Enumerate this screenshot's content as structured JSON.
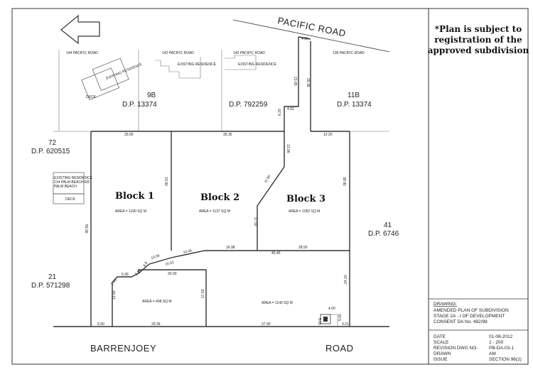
{
  "note": {
    "lines": [
      "*Plan is subject to",
      "registration of the",
      "approved subdivision"
    ]
  },
  "roads": {
    "pacific": "PACIFIC ROAD",
    "barrenjoey": "BARRENJOEY",
    "road": "ROAD"
  },
  "top_lots": {
    "lot144": "144 PACIFIC ROAD",
    "lot142": "142 PACIFIC ROAD",
    "lot140": "140 PACIFIC ROAD",
    "lot138": "138 PACIFIC ROAD"
  },
  "existing": {
    "residence_144": "EXISTING RESIDENCE",
    "deck_144": "DECK",
    "residence_142": "EXISTING RESIDENCE",
    "residence_140": "EXISTING RESIDENCE",
    "residence_72": "EXISTING RESIDENCE",
    "address_72": "214 PALM BEACH RD",
    "suburb_72": "PALM BEACH",
    "deck_72": "DECK"
  },
  "neighbours": {
    "n9b": "9B",
    "dp13374a": "D.P. 13374",
    "dp792259": "D.P. 792259",
    "n11b": "11B",
    "dp13374b": "D.P. 13374",
    "n72": "72",
    "dp620515": "D.P. 620515",
    "n41": "41",
    "dp6746": "D.P. 6746",
    "n21": "21",
    "dp571298": "D.P. 571298"
  },
  "blocks": {
    "b1": "Block 1",
    "b2": "Block 2",
    "b3": "Block 3"
  },
  "areas": {
    "a1": "AREA = 1190 SQ M",
    "a2": "AREA = 1137 SQ M",
    "a3": "AREA = 1052 SQ M",
    "a4": "AREA = 498 SQ M",
    "a5": "AREA = 1140 SQ M"
  },
  "dims": {
    "d_top_4": "4.05",
    "d_21_65": "21.65",
    "d_29_39": "29.39",
    "d_4_92": "4.92",
    "d_6_20": "6.20",
    "d_25_00": "25.00",
    "d_35_35": "35.35",
    "d_12_20": "12.20",
    "d_13_96": "13.96",
    "d_11_80": "11.80",
    "d_39_91": "39.91",
    "d_38_85": "38.85",
    "d_59_96": "59.96",
    "d_17_50": "17.50",
    "d_16_98": "16.98",
    "d_45_46": "45.46",
    "d_28_50": "28.50",
    "d_10_45": "10.45",
    "d_10_06": "10.06",
    "d_20_53": "20.53",
    "d_5_36": "5.36",
    "d_20_00": "20.00",
    "d_2_65": "2.65",
    "d_8_8": "8.8",
    "d_2_57": "2.57",
    "d_13_50": "13.50",
    "d_17_60": "17.60",
    "d_24_10": "24.10",
    "d_4_00": "4.00",
    "d_5_00a": "5.00",
    "d_5_00b": "5.00",
    "d_6_00": "6.00",
    "d_29_36": "29.36",
    "d_37_90": "37.90",
    "d_3_21": "3.21"
  },
  "title_block": {
    "drawing_label": "DRAWING:",
    "drawing_lines": [
      "AMENDED PLAN OF SUBDIVISION",
      "STAGE 2A - I OF DEVELOPMENT",
      "CONSENT DA No. 482/98"
    ],
    "rows": [
      {
        "label": "DATE",
        "value": "01-08-2012"
      },
      {
        "label": "SCALE",
        "value": "1 - 200"
      },
      {
        "label": "REVISION DWG NO.",
        "value": "PB-DA-03-1"
      },
      {
        "label": "DRAWN",
        "value": "AM"
      },
      {
        "label": "ISSUE",
        "value": "SECTION 96(2)"
      }
    ]
  }
}
